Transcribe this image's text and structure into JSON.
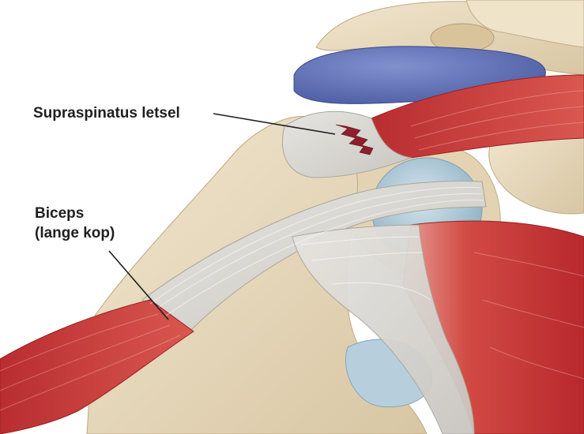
{
  "labels": {
    "supraspinatus": "Supraspinatus letsel",
    "biceps_line1": "Biceps",
    "biceps_line2": "(lange kop)"
  },
  "colors": {
    "bone": "#e9dcc2",
    "bone_shadow": "#cdbb98",
    "muscle": "#c7383a",
    "muscle_light": "#e07a72",
    "tendon": "#d8d6d2",
    "cartilage": "#aec8d8",
    "bursa": "#5d6fb3",
    "injury": "#8e1f2c",
    "leader_line": "#1f1f1f"
  }
}
